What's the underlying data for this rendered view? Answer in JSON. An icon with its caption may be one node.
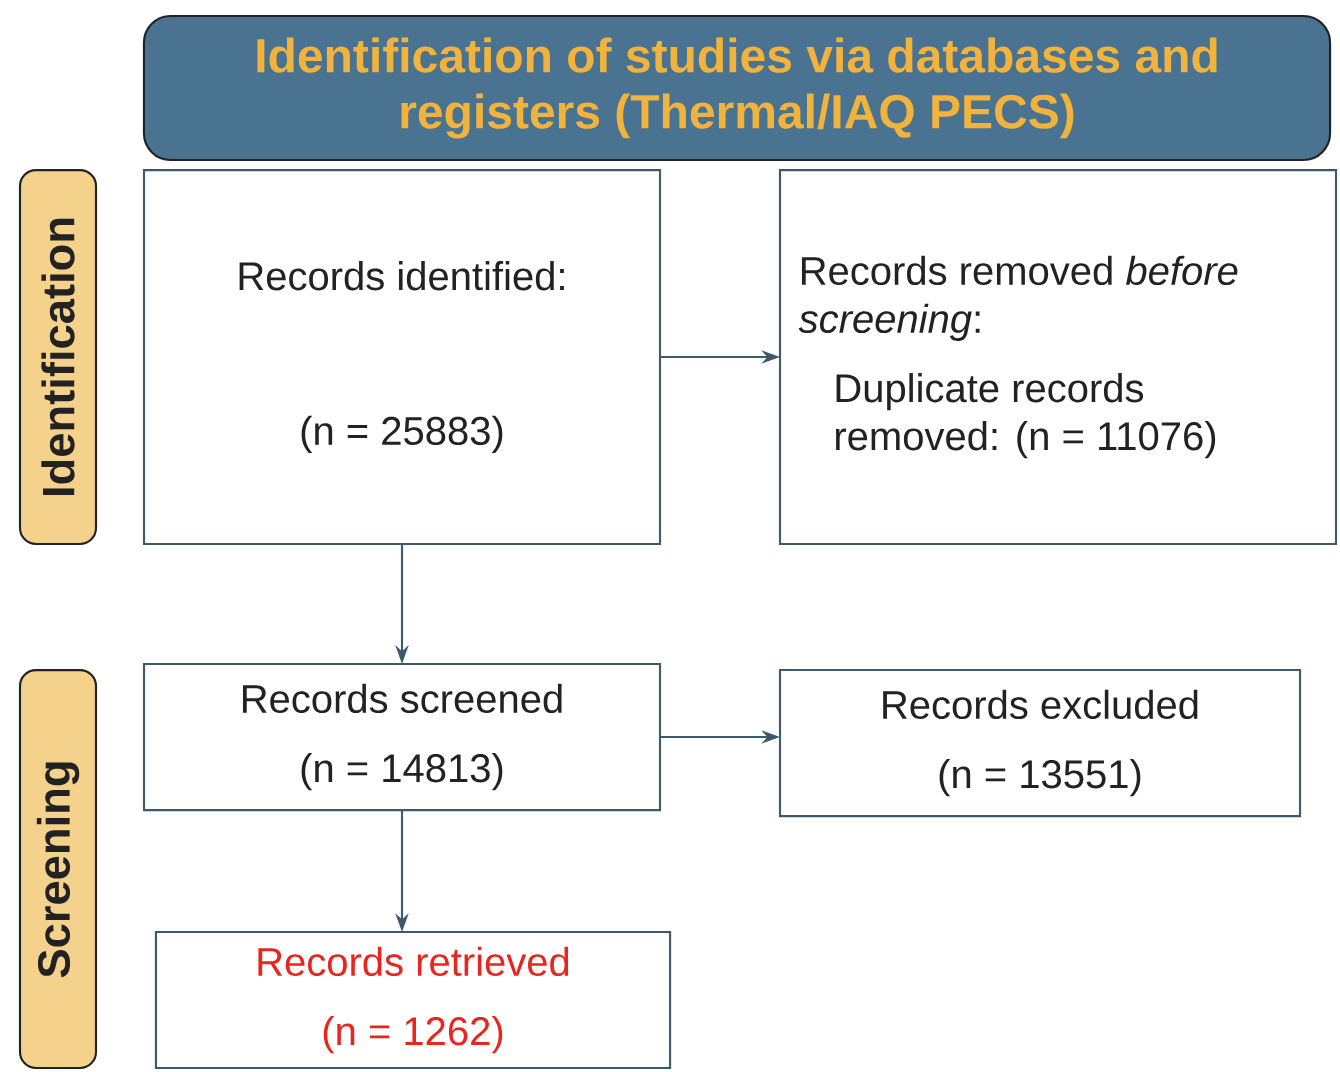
{
  "diagram": {
    "nodes": [
      {
        "text": [
          "Identification of studies via databases and registers (Thermal/IAQ PECS)"
        ]
      },
      {
        "text": [
          "Identification"
        ]
      },
      {
        "text": [
          "Screening"
        ]
      },
      {
        "text": [
          "Records identified:",
          "(n = 25883)"
        ]
      },
      {
        "text": [
          "Records removed *before screening*:",
          "Duplicate records removed:  (n = 11076)"
        ]
      },
      {
        "text": [
          "Records screened",
          "(n = 14813)"
        ]
      },
      {
        "text": [
          "Records excluded",
          "(n = 13551)"
        ]
      },
      {
        "text": [
          "Records retrieved",
          "(n = 1262)"
        ]
      }
    ],
    "edges": [
      {
        "from": 3,
        "to": 4,
        "arrow": "to"
      },
      {
        "from": 3,
        "to": 5,
        "arrow": "to"
      },
      {
        "from": 5,
        "to": 6,
        "arrow": "to"
      },
      {
        "from": 5,
        "to": 7,
        "arrow": "to"
      }
    ]
  }
}
